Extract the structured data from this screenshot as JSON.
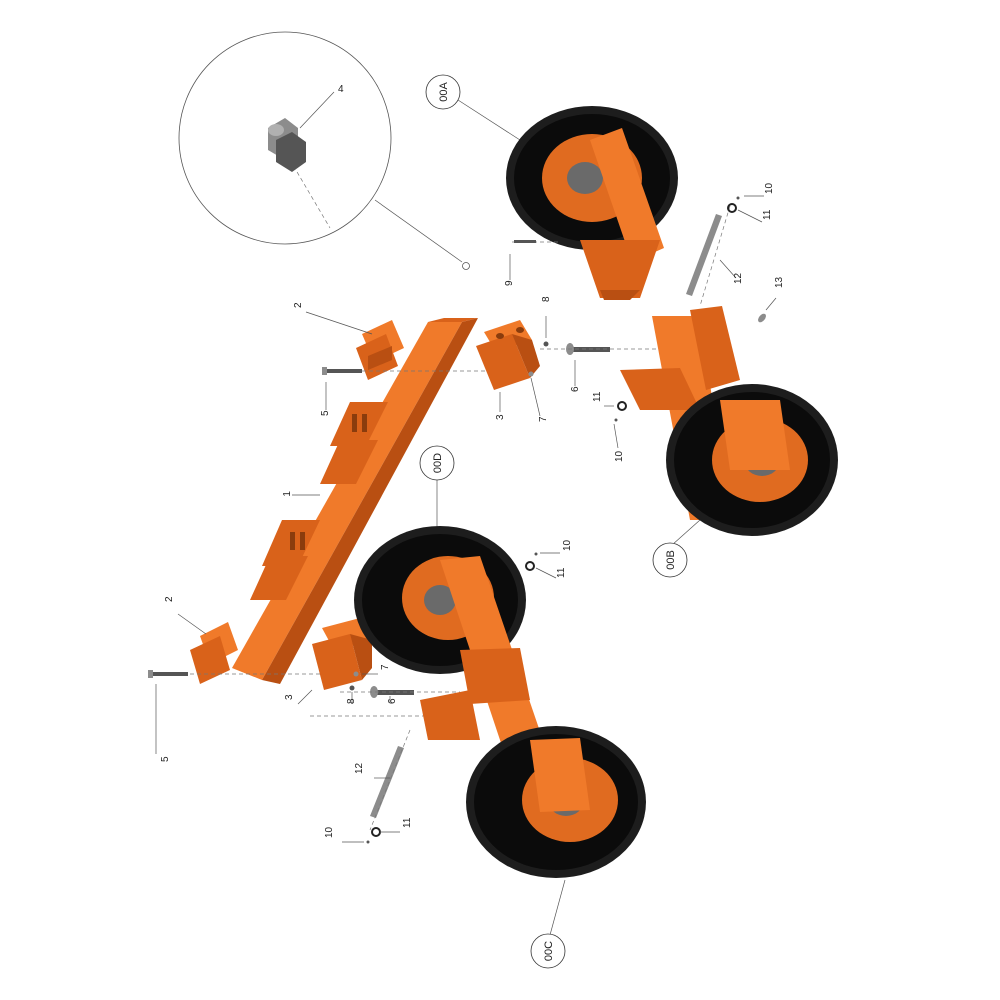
{
  "callouts": {
    "c00A": "00A",
    "c00B": "00B",
    "c00C": "00C",
    "c00D": "00D"
  },
  "labels": {
    "n1": "1",
    "n2a": "2",
    "n2b": "2",
    "n3a": "3",
    "n3b": "3",
    "n4": "4",
    "n5a": "5",
    "n5b": "5",
    "n6a": "6",
    "n6b": "6",
    "n7a": "7",
    "n7b": "7",
    "n8a": "8",
    "n8b": "8",
    "n9": "9",
    "n10a": "10",
    "n10b": "10",
    "n10c": "10",
    "n10d": "10",
    "n11a": "11",
    "n11b": "11",
    "n11c": "11",
    "n11d": "11",
    "n12a": "12",
    "n12b": "12",
    "n13": "13"
  },
  "colors": {
    "frame": "#f07a2a",
    "tyre": "#1d1d1d",
    "hardware": "#8c8c8c"
  }
}
